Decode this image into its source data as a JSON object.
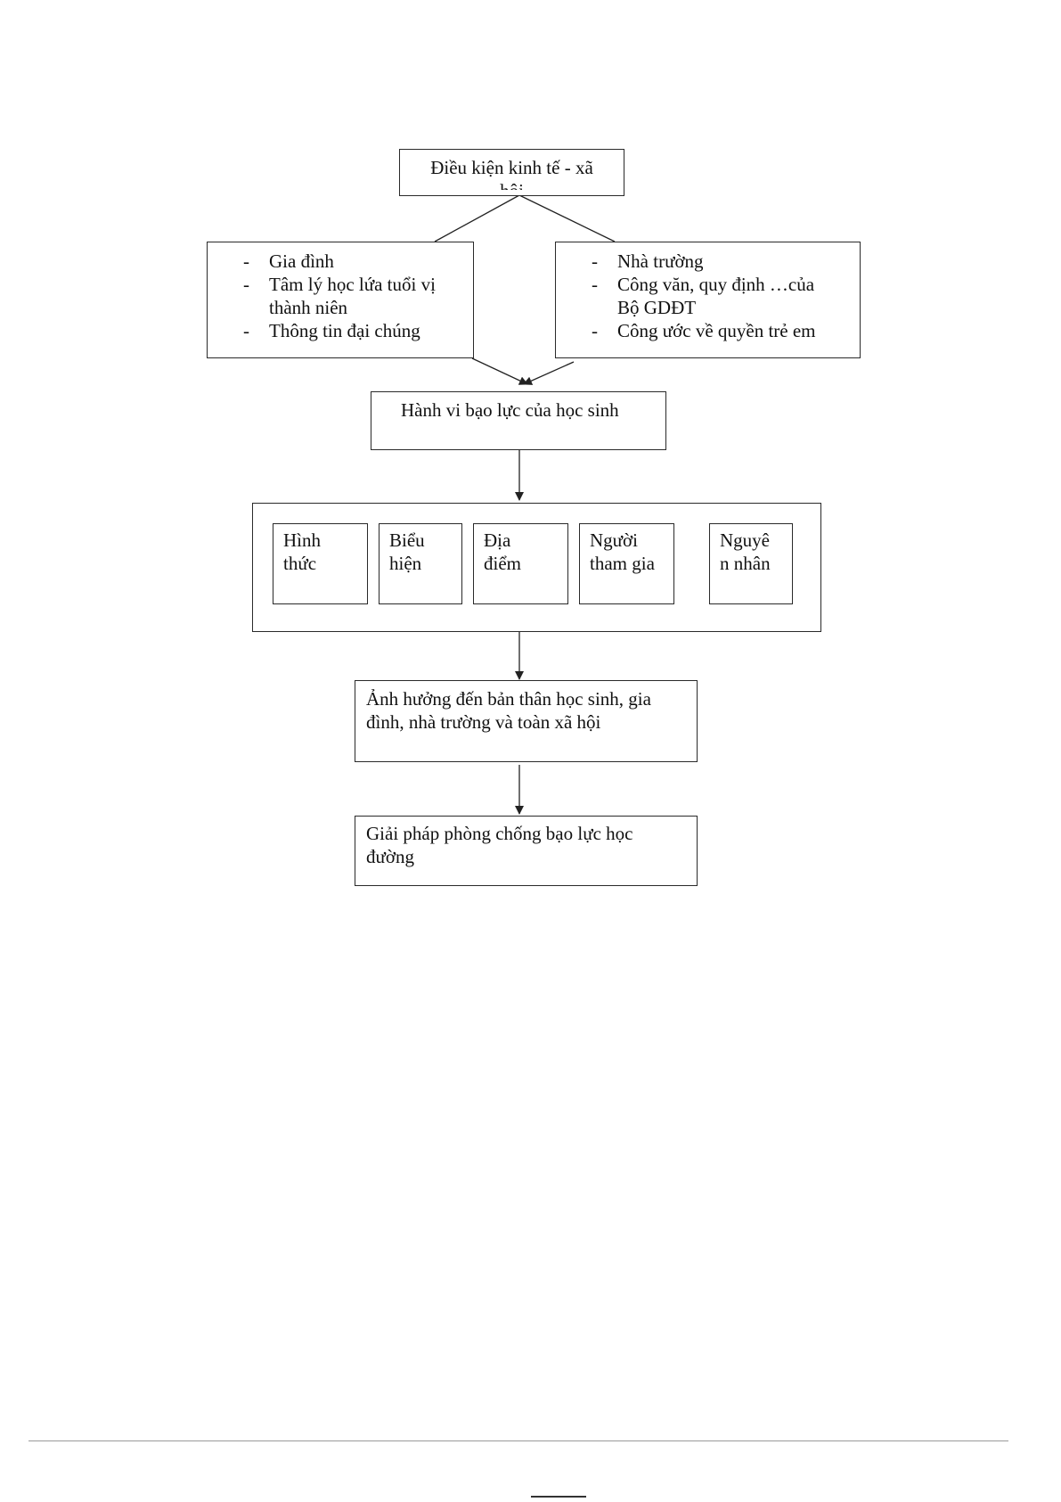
{
  "diagram": {
    "top": {
      "line1": "Điều kiện kinh tế - xã",
      "line2": "hội"
    },
    "left_factors": [
      "Gia đình",
      "Tâm lý học lứa tuổi vị",
      "thành niên",
      "Thông tin đại chúng"
    ],
    "right_factors": [
      "Nhà trường",
      "Công văn, quy định …của",
      "Bộ GDĐT",
      "Công ước về quyền trẻ em"
    ],
    "behavior": "Hành vi bạo lực của học sinh",
    "aspects": [
      {
        "line1": "Hình",
        "line2": "thức"
      },
      {
        "line1": "Biểu",
        "line2": "hiện"
      },
      {
        "line1": "Địa",
        "line2": "điểm"
      },
      {
        "line1": "Người",
        "line2": "tham gia"
      },
      {
        "line1": "Nguyê",
        "line2": "n nhân"
      }
    ],
    "impact": {
      "line1": "Ảnh hưởng đến bản thân học sinh, gia",
      "line2": "đình, nhà trường và toàn xã hội"
    },
    "solution": {
      "line1": "Giải pháp phòng chống bạo lực học",
      "line2": "đường"
    },
    "dash": "-"
  }
}
